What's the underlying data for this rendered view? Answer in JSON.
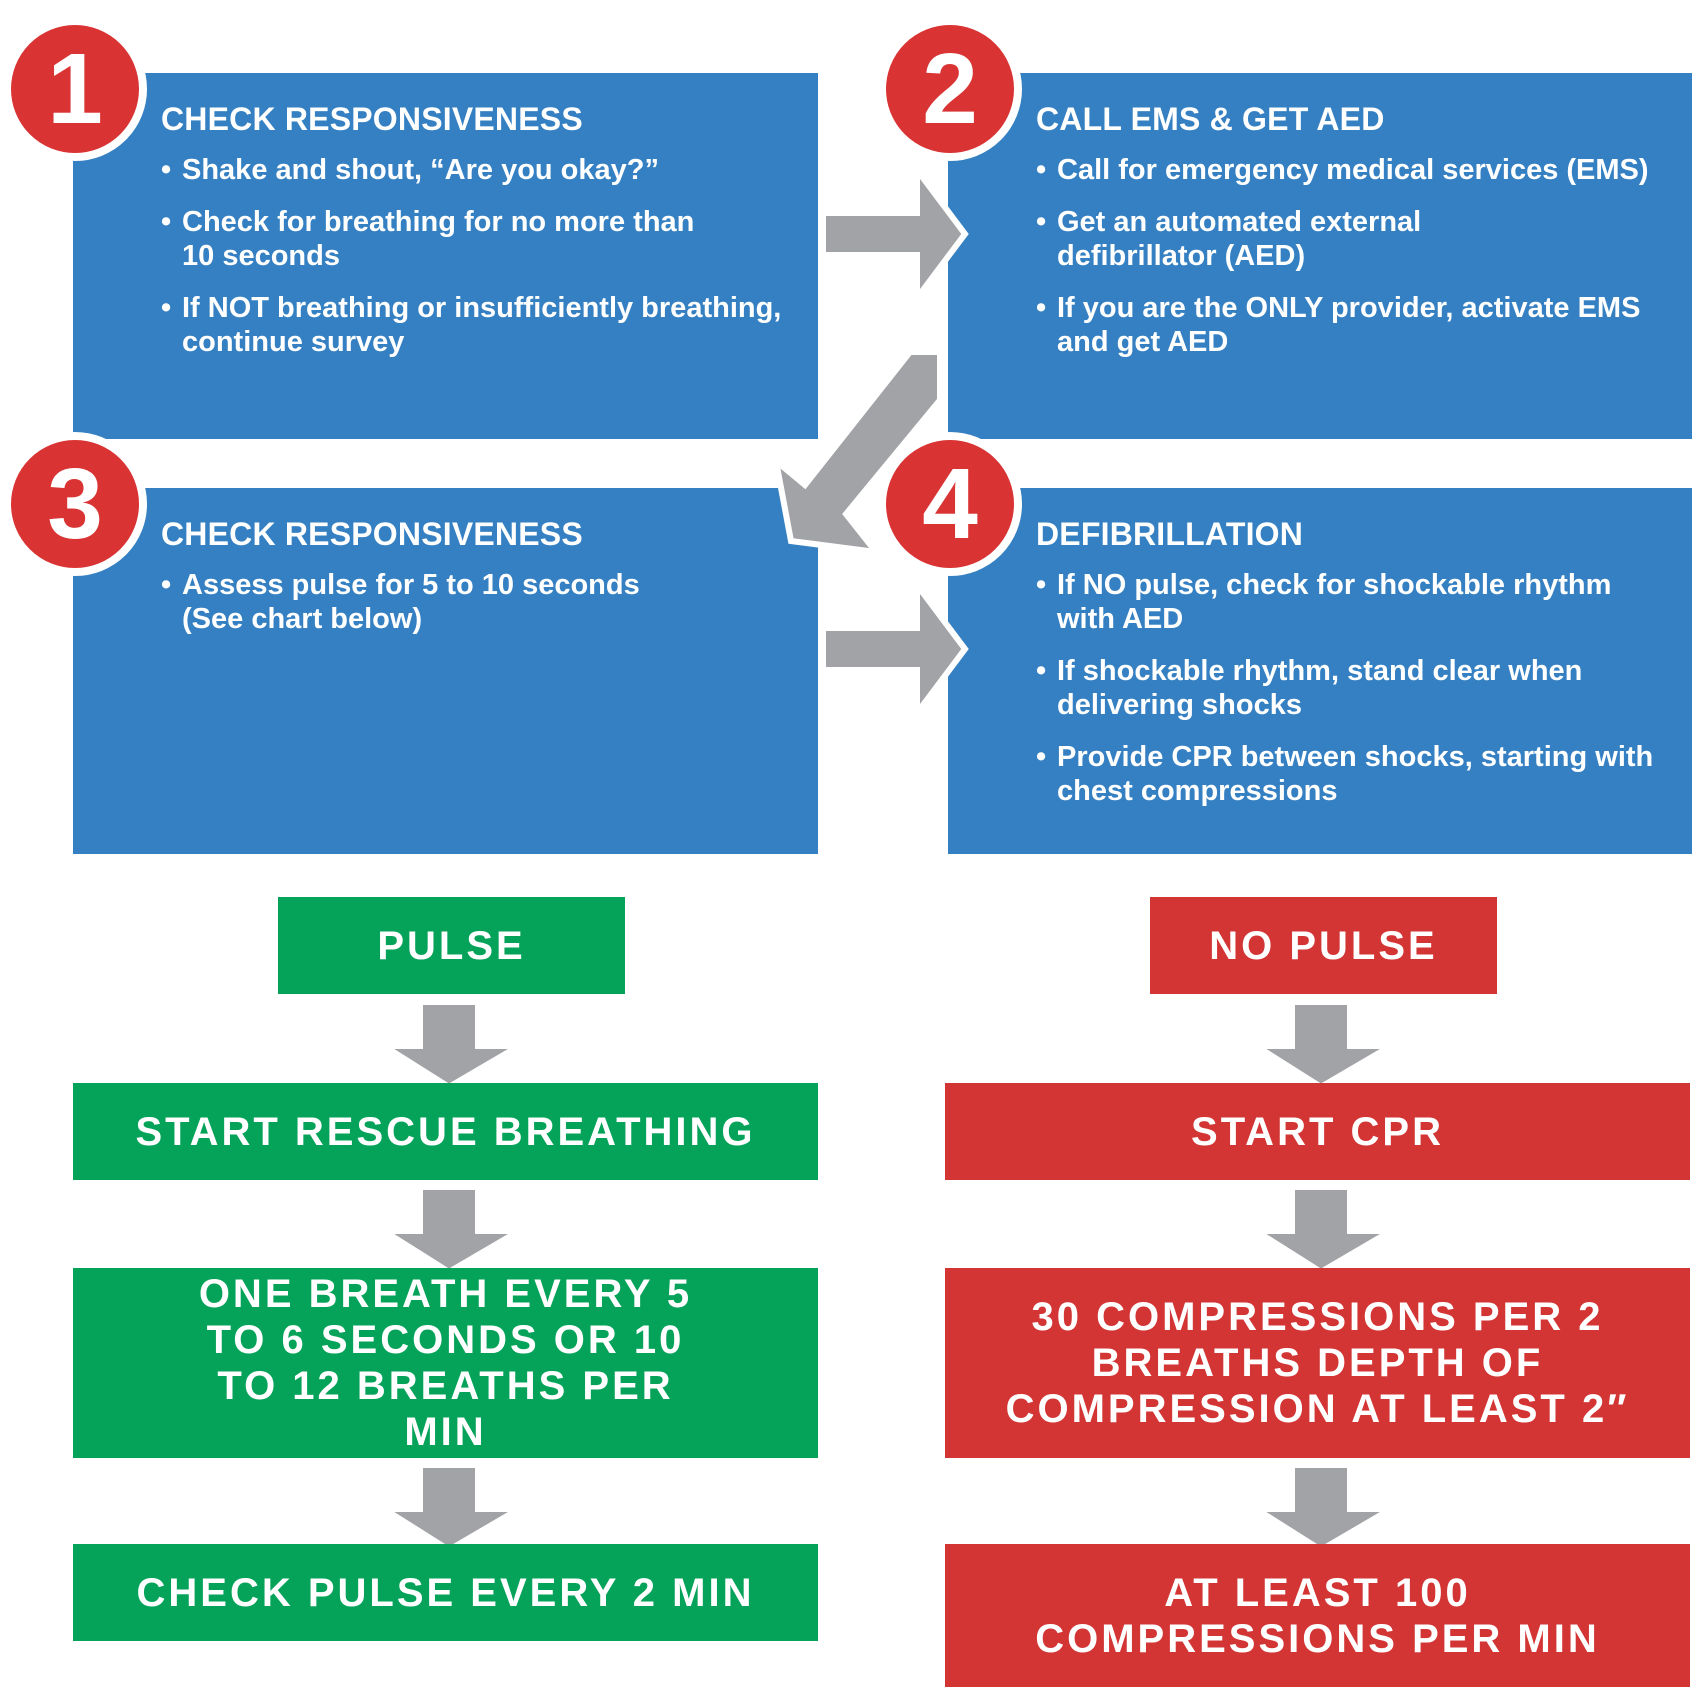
{
  "steps": [
    {
      "number": "1",
      "title": "CHECK RESPONSIVENESS",
      "bullets": [
        "Shake and shout, “Are you okay?”",
        "Check for breathing for no more than 10 seconds",
        "If NOT breathing or insufficiently breathing, continue survey"
      ]
    },
    {
      "number": "2",
      "title": "CALL EMS & GET AED",
      "bullets": [
        "Call for emergency medical services (EMS)",
        "Get an automated external defibrillator (AED)",
        "If you are the ONLY provider, activate EMS and get AED"
      ]
    },
    {
      "number": "3",
      "title": "CHECK RESPONSIVENESS",
      "bullets": [
        "Assess pulse for 5 to 10 seconds (See chart below)"
      ]
    },
    {
      "number": "4",
      "title": "DEFIBRILLATION",
      "bullets": [
        "If NO pulse, check for shockable rhythm with AED",
        "If shockable rhythm, stand clear when delivering shocks",
        "Provide CPR between shocks, starting with chest compressions"
      ]
    }
  ],
  "pulse_branch": {
    "header": "PULSE",
    "steps": [
      "START RESCUE BREATHING",
      "ONE BREATH EVERY 5 TO 6 SECONDS OR 10 TO 12 BREATHS PER MIN",
      "CHECK PULSE EVERY 2 MIN"
    ]
  },
  "no_pulse_branch": {
    "header": "NO PULSE",
    "steps": [
      "START CPR",
      "30 COMPRESSIONS PER 2 BREATHS DEPTH OF COMPRESSION AT LEAST 2″",
      "AT LEAST 100 COMPRESSIONS PER MIN"
    ]
  },
  "colors": {
    "step_box": "#3580c2",
    "step_number_circle": "#d93333",
    "pulse_green": "#05a35a",
    "no_pulse_red": "#d33434",
    "arrow_gray": "#a2a3a6"
  }
}
